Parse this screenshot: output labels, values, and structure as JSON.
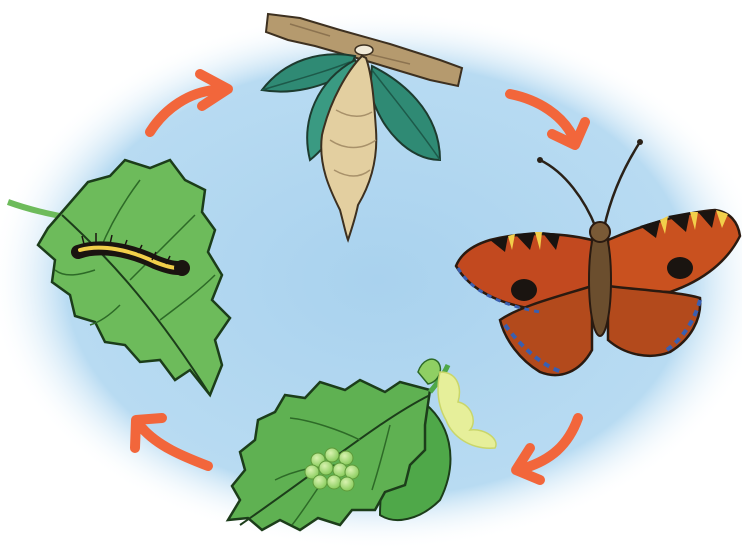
{
  "diagram": {
    "stages": [
      {
        "id": "pupa",
        "icon": "chrysalis-on-branch-icon"
      },
      {
        "id": "adult",
        "icon": "butterfly-icon"
      },
      {
        "id": "egg",
        "icon": "eggs-on-nettle-leaf-icon"
      },
      {
        "id": "larva",
        "icon": "caterpillar-on-leaf-icon"
      }
    ],
    "arrow_color": "#f2663b",
    "background_color": "#a9d2ee",
    "leaf_color": "#6dbb5b"
  }
}
